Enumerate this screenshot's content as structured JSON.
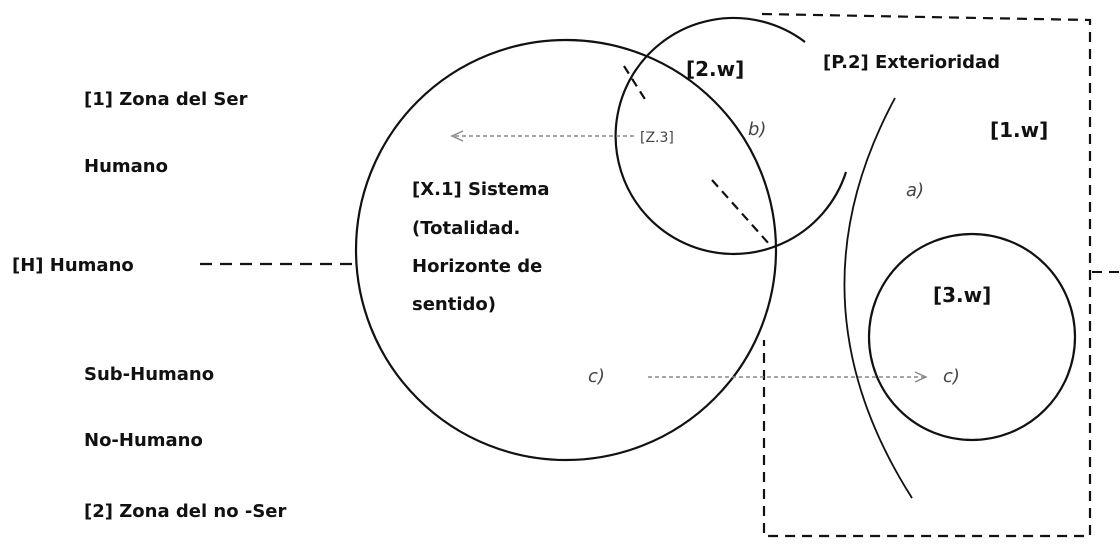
{
  "left_labels": {
    "zona_ser_line1": "[1] Zona del Ser",
    "zona_ser_line2": "Humano",
    "humano": "[H] Humano",
    "sub_humano": "Sub-Humano",
    "no_humano": "No-Humano",
    "zona_no_ser": "[2] Zona del no -Ser"
  },
  "sistema": {
    "line1": "[X.1] Sistema",
    "line2": "(Totalidad.",
    "line3": "Horizonte de",
    "line4": "sentido)"
  },
  "nodes": {
    "two_w": "[2.w]",
    "three_w": "[3.w]",
    "one_w": "[1.w]",
    "exterioridad": "[P.2] Exterioridad",
    "z3": "[Z.3]"
  },
  "markers": {
    "a": "a)",
    "b": "b)",
    "c_left": "c)",
    "c_right": "c)"
  },
  "colors": {
    "line": "#111111",
    "arrow": "#888888",
    "text_muted": "#444444"
  }
}
